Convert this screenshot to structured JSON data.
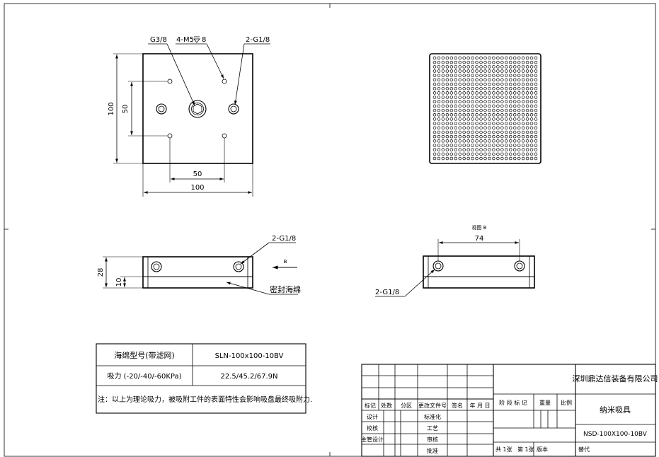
{
  "top_view": {
    "label_g38": "G3/8",
    "label_m5": "4-M5",
    "label_m5_depth": "8",
    "label_g18": "2-G1/8",
    "dim_height_total": "100",
    "dim_height_holes": "50",
    "dim_width_holes": "50",
    "dim_width_total": "100"
  },
  "front_view": {
    "label_g18": "2-G1/8",
    "dim_height": "28",
    "dim_sponge": "10",
    "arrow_label": "B",
    "label_sponge": "密封海绵"
  },
  "side_view": {
    "title": "视图 B",
    "dim_spacing": "74",
    "label_g18": "2-G1/8"
  },
  "spec_table": {
    "row1_label": "海绵型号(带滤网)",
    "row1_value": "SLN-100x100-10BV",
    "row2_label": "吸力 (-20/-40/-60KPa)",
    "row2_value": "22.5/45.2/67.9N",
    "note": "注：以上为理论吸力，被吸附工件的表面特性会影响吸盘最终吸附力."
  },
  "title_block": {
    "company": "深圳鼎达信装备有限公司",
    "part_name": "纳米吸具",
    "drawing_number": "NSD-100X100-10BV",
    "h_mark": "标记",
    "h_count": "处数",
    "h_zone": "分区",
    "h_change_doc": "更改文件号",
    "h_sign": "签名",
    "h_date": "年 月 日",
    "r_design": "设计",
    "r_check": "校核",
    "r_chief": "主管设计",
    "r_standard": "标准化",
    "r_process": "工艺",
    "r_review": "审核",
    "r_approve": "批准",
    "stage_mark": "阶 段 标 记",
    "weight": "重量",
    "scale": "比例",
    "sheets_total": "共 1张",
    "sheet_no": "第 1张",
    "version": "版本",
    "replace": "替代"
  }
}
